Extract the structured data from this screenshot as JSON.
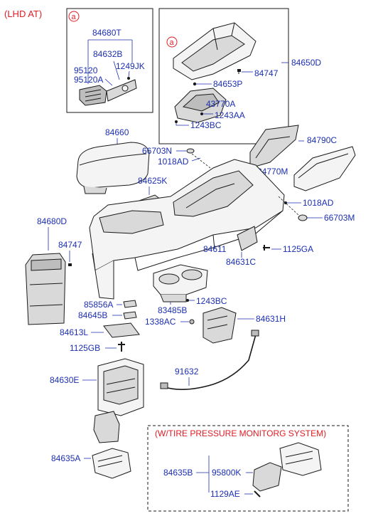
{
  "title": "(LHD AT)",
  "callout_letter": "a",
  "inset_note": "(W/TIRE PRESSURE  MONITORG SYSTEM)",
  "colors": {
    "label": "#1c2fb0",
    "accent": "#e01c24",
    "outline": "#1a1a1a"
  },
  "labels": {
    "p84680T": "84680T",
    "p84632B": "84632B",
    "p95120": "95120",
    "p95120A": "95120A",
    "p1249JK": "1249JK",
    "p84650D": "84650D",
    "p84747a": "84747",
    "p84653P": "84653P",
    "p43770A": "43770A",
    "p1243AA": "1243AA",
    "p1243BCa": "1243BC",
    "p84660": "84660",
    "p66703Na": "66703N",
    "p1018ADa": "1018AD",
    "p84790C": "84790C",
    "p84770M": "84770M",
    "p84625K": "84625K",
    "p1018ADb": "1018AD",
    "p66703Mb": "66703M",
    "p84680D": "84680D",
    "p84747b": "84747",
    "p84611": "84611",
    "p1125GA": "1125GA",
    "p84631C": "84631C",
    "p85856A": "85856A",
    "p84645B": "84645B",
    "p1243BCb": "1243BC",
    "p83485B": "83485B",
    "p1338AC": "1338AC",
    "p84631H": "84631H",
    "p84613L": "84613L",
    "p1125GB": "1125GB",
    "p84630E": "84630E",
    "p91632": "91632",
    "p84635A": "84635A",
    "p84635B": "84635B",
    "p95800K": "95800K",
    "p1129AE": "1129AE"
  }
}
